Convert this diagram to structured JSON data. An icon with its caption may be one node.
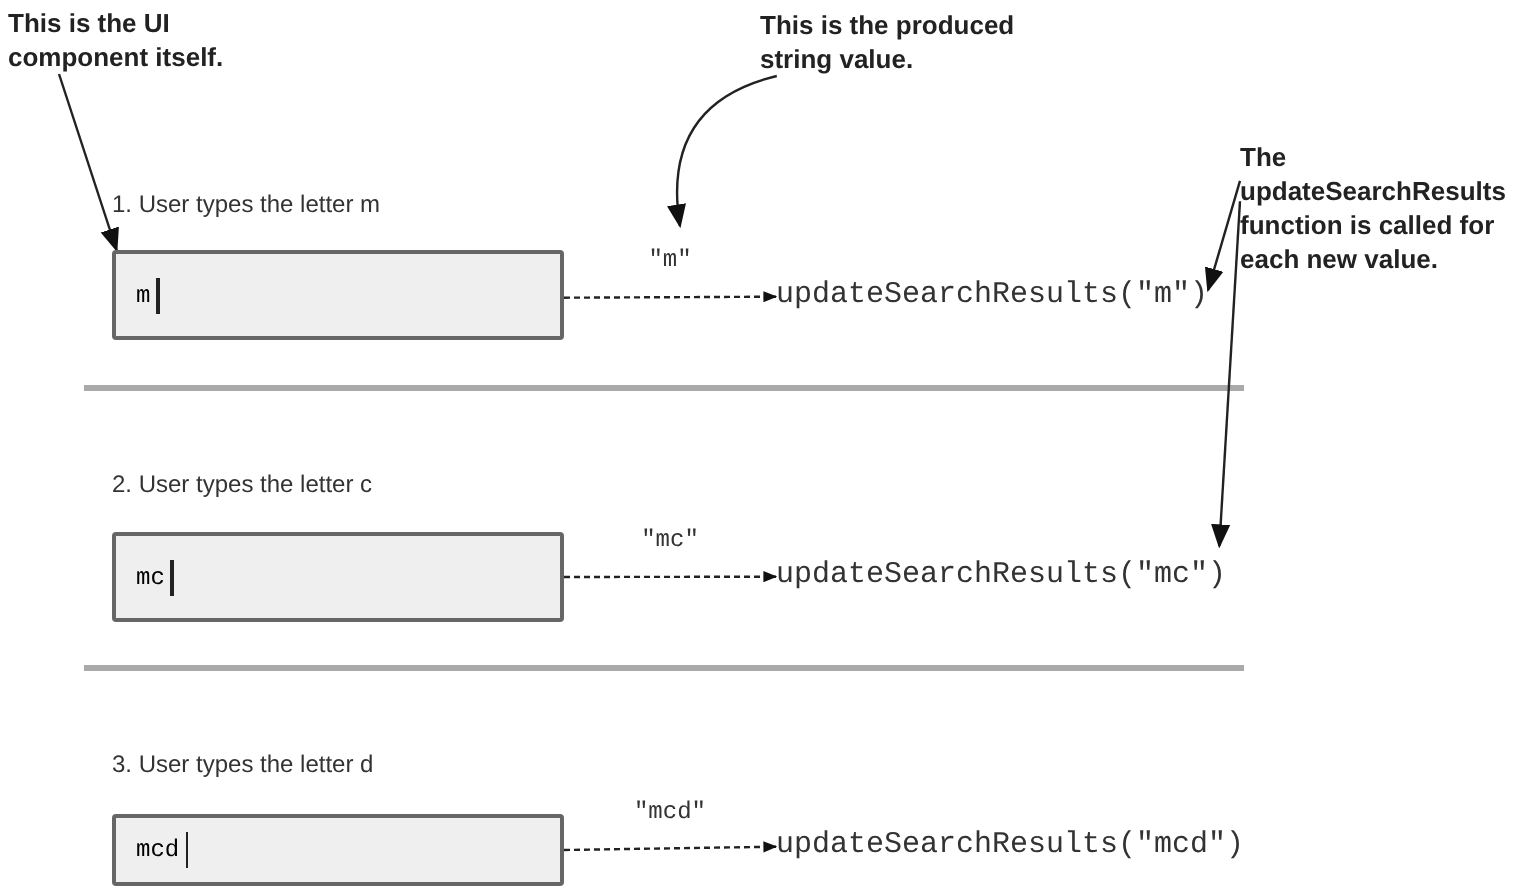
{
  "diagram": {
    "nodes": [
      {
        "text": [
          "This is the UI component itself."
        ]
      },
      {
        "text": [
          "This is the produced string value."
        ]
      },
      {
        "text": [
          "The updateSearchResults function is called for each new value."
        ]
      },
      {
        "text": [
          "m"
        ]
      },
      {
        "text": [
          "updateSearchResults(\"m\")"
        ]
      },
      {
        "text": [
          "mc"
        ]
      },
      {
        "text": [
          "updateSearchResults(\"mc\")"
        ]
      },
      {
        "text": [
          "mcd"
        ]
      },
      {
        "text": [
          "updateSearchResults(\"mcd\")"
        ]
      }
    ],
    "edges": [
      {
        "from": 0,
        "to": 3,
        "arrow": "to"
      },
      {
        "from": 1,
        "to": null,
        "arrow": "to"
      },
      {
        "from": 2,
        "to": 4,
        "arrow": "to"
      },
      {
        "from": 2,
        "to": 6,
        "arrow": "to"
      },
      {
        "from": 3,
        "to": 4,
        "arrow": "to",
        "label": "\"m\"",
        "style": "dashed"
      },
      {
        "from": 5,
        "to": 6,
        "arrow": "to",
        "label": "\"mc\"",
        "style": "dashed"
      },
      {
        "from": 7,
        "to": 8,
        "arrow": "to",
        "label": "\"mcd\"",
        "style": "dashed"
      }
    ],
    "labels": [
      "1. User types the letter m",
      "2. User types the letter c",
      "3. User types the letter d"
    ]
  }
}
